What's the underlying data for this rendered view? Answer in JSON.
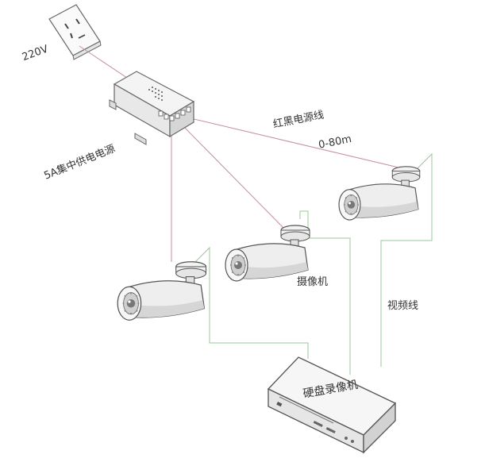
{
  "labels": {
    "voltage": "220V",
    "power_supply": "5A集中供电电源",
    "power_cable": "红黑电源线",
    "distance": "0-80m",
    "camera": "摄像机",
    "video_cable": "视频线",
    "dvr": "硬盘录像机"
  },
  "colors": {
    "power_line": "#c4909a",
    "video_line": "#9cc79a",
    "outline": "#555555"
  }
}
